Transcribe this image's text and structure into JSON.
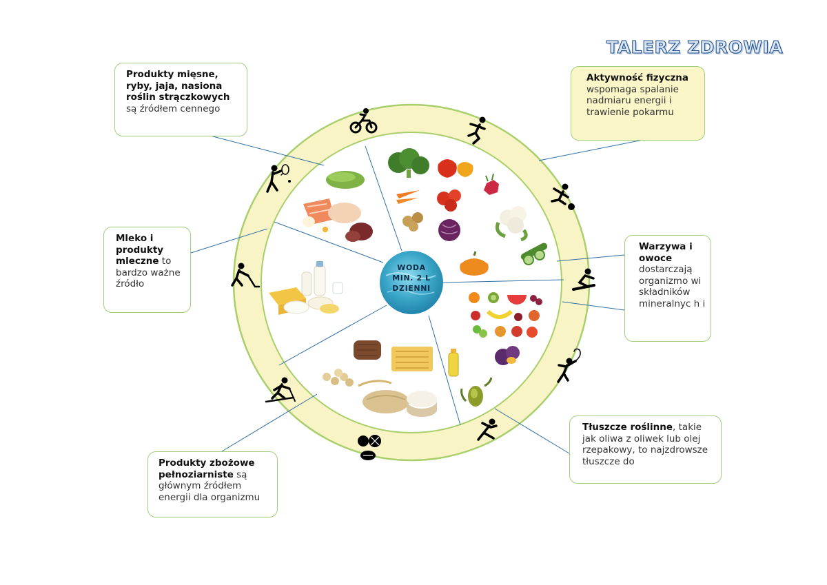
{
  "title": "TALERZ ZDROWIA",
  "center": {
    "line1": "WODA",
    "line2": "MIN. 2 L",
    "line3": "DZIENNI"
  },
  "boxes": {
    "meat": {
      "bold": "Produkty mięsne, ryby, jaja, nasiona roślin strączkowych",
      "rest": " są źródłem cennego"
    },
    "activity": {
      "bold": "Aktywność fizyczna",
      "rest": " wspomaga spalanie nadmiaru energii i trawienie pokarmu"
    },
    "dairy": {
      "bold": "Mleko i produkty mleczne",
      "rest": " to bardzo ważne źródło"
    },
    "veg": {
      "bold": "Warzywa i owoce",
      "rest": " dostarczają organizmo wi składników mineralnyc h i"
    },
    "fats": {
      "bold": "Tłuszcze roślinne",
      "rest": ", takie jak oliwa z oliwek lub olej rzepakowy, to najzdrowsze tłuszcze do"
    },
    "grain": {
      "bold": "Produkty zbożowe pełnoziarniste",
      "rest": " są głównym źródłem energii dla organizmu"
    }
  },
  "sports_icons": [
    "cycling-icon",
    "running-icon",
    "football-icon",
    "snowboard-icon",
    "gymnastics-icon",
    "skating-icon",
    "balls-icon",
    "skiing-icon",
    "hockey-icon",
    "tennis-icon"
  ],
  "food_images": [
    "protein-foods-image",
    "vegetables-image",
    "dairy-image",
    "fruits-image",
    "oils-image",
    "grains-image"
  ],
  "colors": {
    "ring": "#f8f4c6",
    "ring_stroke": "#a9cf6c",
    "box_border": "#9fcf7a",
    "activity_fill": "#fbf6c7",
    "water": "#3aa6c8",
    "title_stroke": "#1f4e8c",
    "line": "#2f6fa5"
  }
}
